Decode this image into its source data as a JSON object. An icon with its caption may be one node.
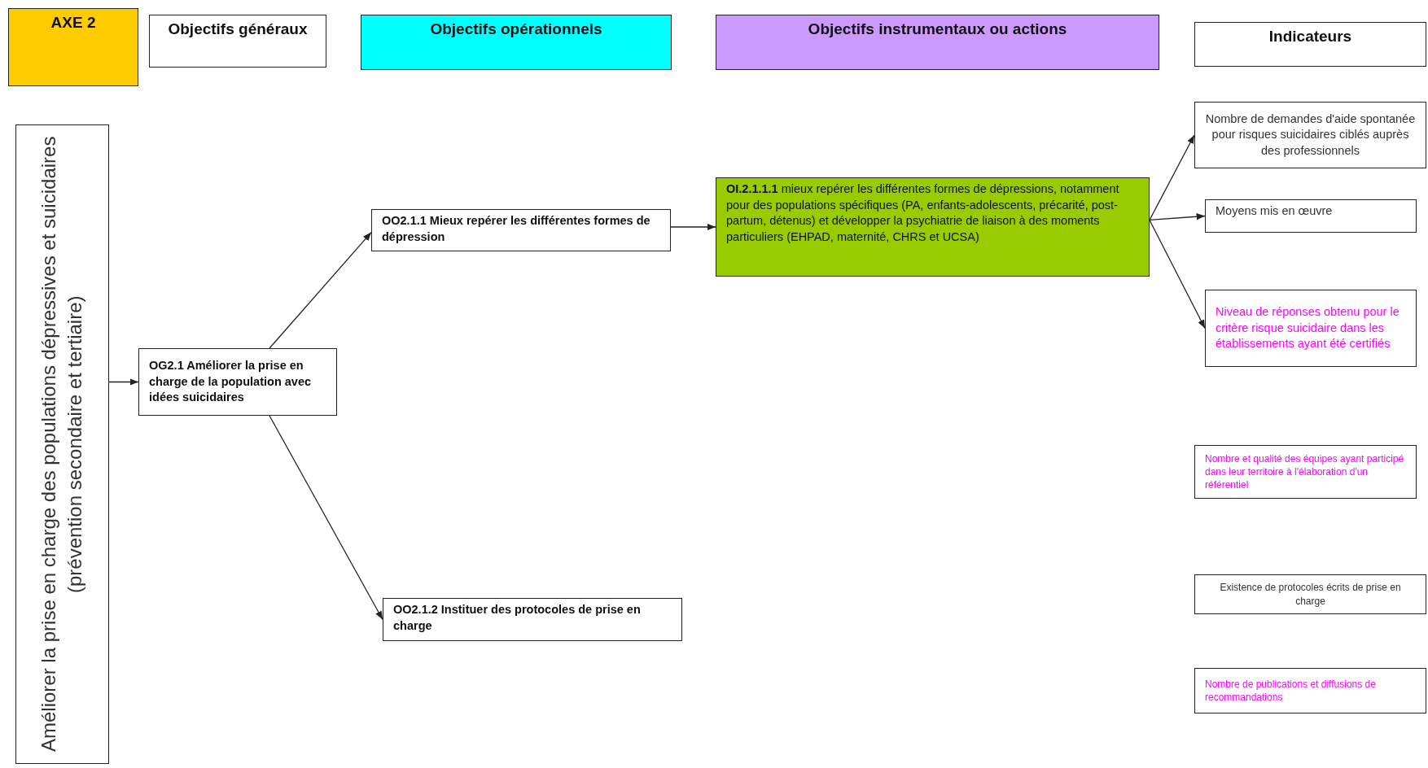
{
  "diagram": {
    "nodes": [
      {
        "text": [
          "AXE 2"
        ]
      },
      {
        "text": [
          "Objectifs généraux"
        ]
      },
      {
        "text": [
          "Objectifs opérationnels"
        ]
      },
      {
        "text": [
          "Objectifs instrumentaux ou actions"
        ]
      },
      {
        "text": [
          "Indicateurs"
        ]
      },
      {
        "text": [
          "Améliorer la prise en charge des populations dépressives et suicidaires (prévention secondaire et tertiaire)"
        ]
      },
      {
        "text": [
          "OG2.1 Améliorer la prise en charge de la population avec idées suicidaires"
        ]
      },
      {
        "text": [
          "OO2.1.1 Mieux repérer les différentes formes de dépression"
        ]
      },
      {
        "text": [
          "OO2.1.2 Instituer des protocoles de prise en charge"
        ]
      },
      {
        "text": [
          "**OI.2.1.1.1** mieux repérer les différentes formes de dépressions, notamment pour des populations spécifiques (PA, enfants-adolescents, précarité, post-partum, détenus) et développer la psychiatrie de liaison à des moments particuliers (EHPAD, maternité, CHRS et UCSA)"
        ]
      },
      {
        "text": [
          "Nombre de demandes d'aide spontanée pour risques suicidaires ciblés auprès des professionnels"
        ]
      },
      {
        "text": [
          "Moyens mis en œuvre"
        ]
      },
      {
        "text": [
          "Niveau de réponses obtenu pour le critère risque suicidaire dans les établissements ayant été certifiés"
        ]
      },
      {
        "text": [
          "Nombre et qualité des équipes ayant participé dans leur territoire à l'élaboration d'un référentiel"
        ]
      },
      {
        "text": [
          "Existence de protocoles écrits de prise en charge"
        ]
      },
      {
        "text": [
          "Nombre de publications et diffusions de recommandations"
        ]
      }
    ],
    "edges": [
      {
        "from": 5,
        "to": 6,
        "arrow": "to"
      },
      {
        "from": 6,
        "to": 7,
        "arrow": "to"
      },
      {
        "from": 6,
        "to": 8,
        "arrow": "to"
      },
      {
        "from": 7,
        "to": 9,
        "arrow": "to"
      },
      {
        "from": 9,
        "to": 10,
        "arrow": "to"
      },
      {
        "from": 9,
        "to": 11,
        "arrow": "to"
      },
      {
        "from": 9,
        "to": 12,
        "arrow": "to"
      }
    ]
  }
}
